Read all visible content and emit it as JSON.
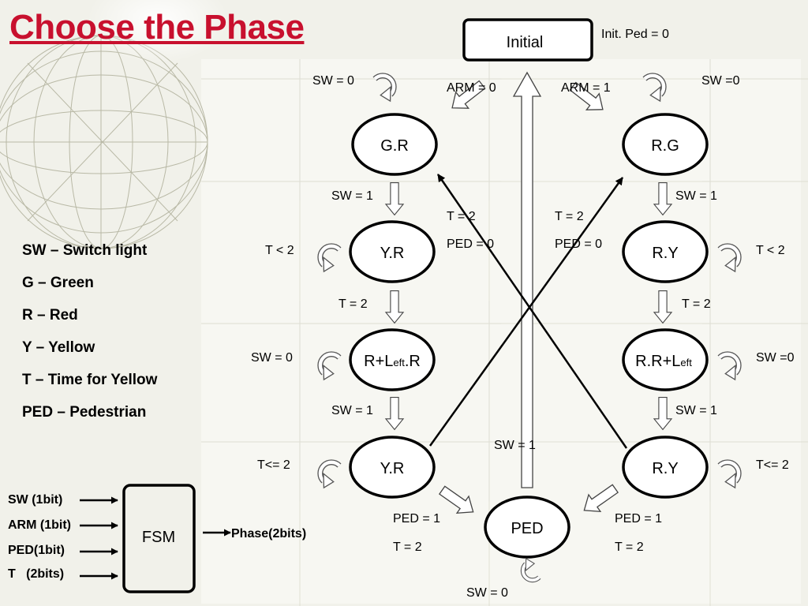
{
  "title": "Choose the Phase",
  "legend": [
    "SW – Switch light",
    "G – Green",
    "R – Red",
    "Y – Yellow",
    "T – Time for Yellow",
    "PED – Pedestrian"
  ],
  "nodes": {
    "initial": "Initial",
    "gr": "G.R",
    "rg": "R.G",
    "yr_top": "Y.R",
    "ry_top": "R.Y",
    "rl_r": {
      "main": "R+L",
      "sub": "eft",
      "tail": ".R"
    },
    "r_rl": {
      "main": "R.R+L",
      "sub": "eft"
    },
    "yr_bottom": "Y.R",
    "ry_bottom": "R.Y",
    "ped": "PED",
    "fsm": "FSM"
  },
  "labels": {
    "init_ped": "Init. Ped = 0",
    "arm0": "ARM = 0",
    "arm1": "ARM = 1",
    "gr_self": "SW = 0",
    "rg_self": "SW =0",
    "gr_to_yr": "SW = 1",
    "rg_to_ry": "SW = 1",
    "yr_self": "T < 2",
    "ry_self": "T < 2",
    "left_t2": "T = 2",
    "left_ped0": "PED = 0",
    "right_t2": "T = 2",
    "right_ped0": "PED = 0",
    "yr_to_rl": "T = 2",
    "ry_to_rrl": "T = 2",
    "rl_self": "SW = 0",
    "rrl_self": "SW =0",
    "rl_to_yr": "SW = 1",
    "rrl_to_ry": "SW = 1",
    "ped_sw1": "SW = 1",
    "yr2_self": "T<= 2",
    "ry2_self": "T<= 2",
    "left_ped1": "PED = 1",
    "left_t2b": "T = 2",
    "right_ped1": "PED = 1",
    "right_t2b": "T = 2",
    "ped_self": "SW = 0"
  },
  "fsm_io": {
    "inputs": [
      "SW (1bit)",
      "ARM (1bit)",
      "PED(1bit)",
      "T   (2bits)"
    ],
    "output": "Phase(2bits)"
  }
}
